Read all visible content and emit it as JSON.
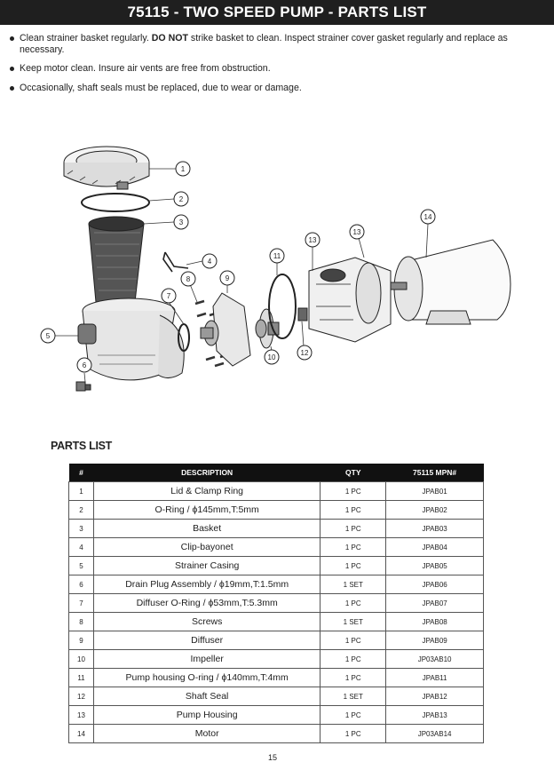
{
  "header": {
    "title": "75115 - TWO SPEED PUMP - PARTS LIST"
  },
  "bullets": [
    {
      "pre": "Clean strainer basket regularly. ",
      "bold": "DO NOT",
      "post": " strike basket to clean. Inspect strainer cover gasket regularly and replace as necessary."
    },
    {
      "pre": "Keep motor clean. Insure air vents are free from obstruction.",
      "bold": "",
      "post": ""
    },
    {
      "pre": "Occasionally, shaft seals must be replaced, due to wear or damage.",
      "bold": "",
      "post": ""
    }
  ],
  "diagram": {
    "callouts": [
      "1",
      "2",
      "3",
      "4",
      "5",
      "6",
      "7",
      "8",
      "9",
      "10",
      "11",
      "12",
      "13",
      "13",
      "14"
    ]
  },
  "parts_title": "PARTS LIST",
  "table": {
    "headers": [
      "#",
      "DESCRIPTION",
      "QTY",
      "75115 MPN#"
    ],
    "rows": [
      [
        "1",
        "Lid & Clamp Ring",
        "1 PC",
        "JPAB01"
      ],
      [
        "2",
        "O-Ring / ϕ145mm,T:5mm",
        "1 PC",
        "JPAB02"
      ],
      [
        "3",
        "Basket",
        "1 PC",
        "JPAB03"
      ],
      [
        "4",
        "Clip-bayonet",
        "1 PC",
        "JPAB04"
      ],
      [
        "5",
        "Strainer Casing",
        "1 PC",
        "JPAB05"
      ],
      [
        "6",
        "Drain Plug Assembly / ϕ19mm,T:1.5mm",
        "1 SET",
        "JPAB06"
      ],
      [
        "7",
        "Diffuser O-Ring / ϕ53mm,T:5.3mm",
        "1 PC",
        "JPAB07"
      ],
      [
        "8",
        "Screws",
        "1 SET",
        "JPAB08"
      ],
      [
        "9",
        "Diffuser",
        "1 PC",
        "JPAB09"
      ],
      [
        "10",
        "Impeller",
        "1 PC",
        "JP03AB10"
      ],
      [
        "11",
        "Pump housing O-ring / ϕ140mm,T:4mm",
        "1 PC",
        "JPAB11"
      ],
      [
        "12",
        "Shaft Seal",
        "1 SET",
        "JPAB12"
      ],
      [
        "13",
        "Pump Housing",
        "1 PC",
        "JPAB13"
      ],
      [
        "14",
        "Motor",
        "1 PC",
        "JP03AB14"
      ]
    ]
  },
  "page_number": "15"
}
